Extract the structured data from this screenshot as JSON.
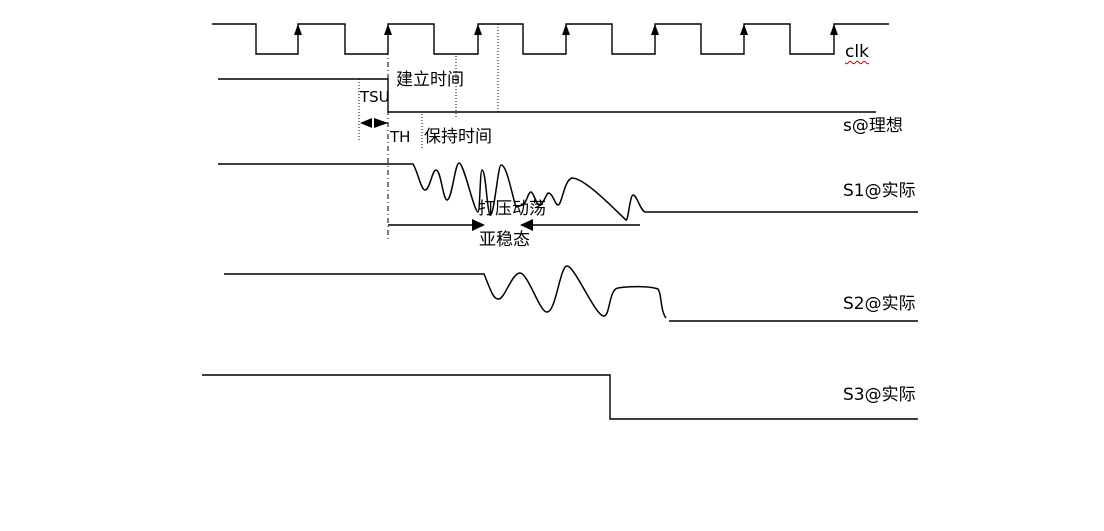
{
  "diagram": {
    "title": "Setup/hold timing and metastability diagram",
    "signals": [
      {
        "id": "clk",
        "label": "clk"
      },
      {
        "id": "s_ideal",
        "label": "s@理想"
      },
      {
        "id": "s1",
        "label": "S1@实际"
      },
      {
        "id": "s2",
        "label": "S2@实际"
      },
      {
        "id": "s3",
        "label": "S3@实际"
      }
    ],
    "annotations": {
      "setup_time": "建立时间",
      "hold_time": "保持时间",
      "tsu": "TSU",
      "th": "TH",
      "oscillation": "打压动荡",
      "metastable": "亚稳态"
    },
    "colors": {
      "line": "#000000",
      "background": "#ffffff",
      "spellcheck_underline": "#d00000"
    }
  }
}
